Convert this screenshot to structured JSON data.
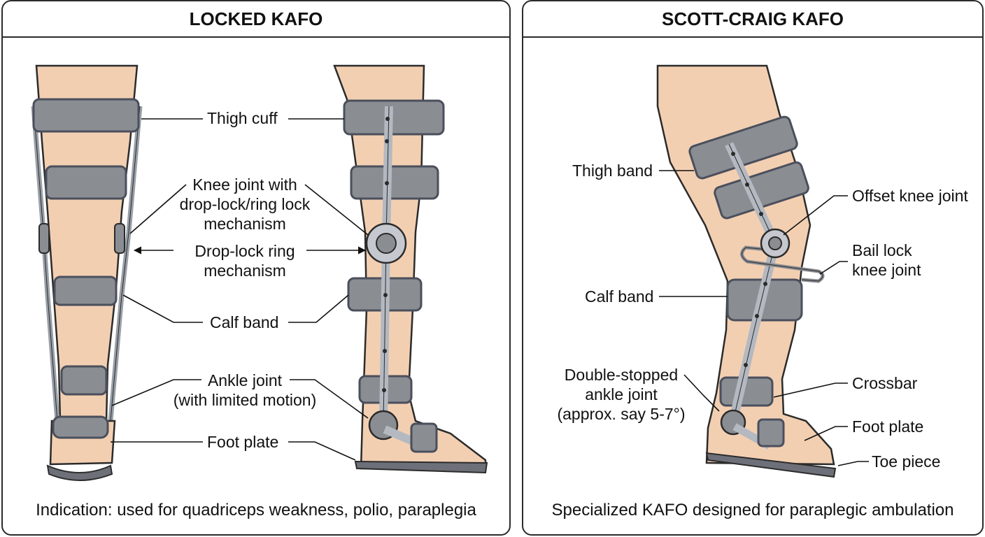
{
  "left_panel": {
    "title": "LOCKED KAFO",
    "caption": "Indication: used for quadriceps weakness, polio, paraplegia",
    "labels": {
      "thigh_cuff": "Thigh cuff",
      "knee_joint": "Knee joint with\ndrop-lock/ring lock\nmechanism",
      "drop_lock": "Drop-lock ring\nmechanism",
      "calf_band": "Calf band",
      "ankle_joint": "Ankle joint\n(with limited motion)",
      "foot_plate": "Foot plate"
    }
  },
  "right_panel": {
    "title": "SCOTT-CRAIG KAFO",
    "caption": "Specialized KAFO designed for paraplegic ambulation",
    "labels": {
      "thigh_band": "Thigh band",
      "offset_knee": "Offset knee joint",
      "bail_lock": "Bail lock\nknee joint",
      "calf_band": "Calf band",
      "double_stopped": "Double-stopped\nankle joint\n(approx. say 5-7°)",
      "crossbar": "Crossbar",
      "foot_plate": "Foot plate",
      "toe_piece": "Toe piece"
    }
  },
  "colors": {
    "skin": "#f3cfb2",
    "strap": "#8a8d92",
    "strap_edge": "#4a4f5c",
    "metal": "#b4b9c1",
    "outline": "#2b2b2b"
  }
}
